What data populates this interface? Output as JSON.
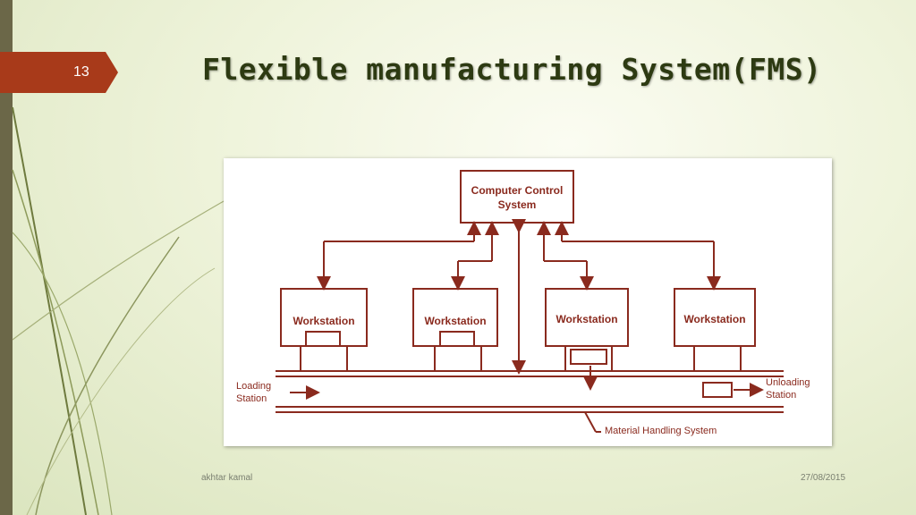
{
  "slide": {
    "number": "13",
    "title": "Flexible manufacturing System(FMS)",
    "footer_left": "akhtar kamal",
    "footer_right": "27/08/2015"
  },
  "diagram": {
    "control": "Computer Control System",
    "workstations": [
      "Workstation",
      "Workstation",
      "Workstation",
      "Workstation"
    ],
    "loading_line1": "Loading",
    "loading_line2": "Station",
    "unloading_line1": "Unloading",
    "unloading_line2": "Station",
    "material_handling": "Material Handling System"
  },
  "colors": {
    "accent": "#a83a1a",
    "diagram_ink": "#8a2a1e",
    "title_text": "#2d3a12",
    "background": "#eef3da"
  }
}
